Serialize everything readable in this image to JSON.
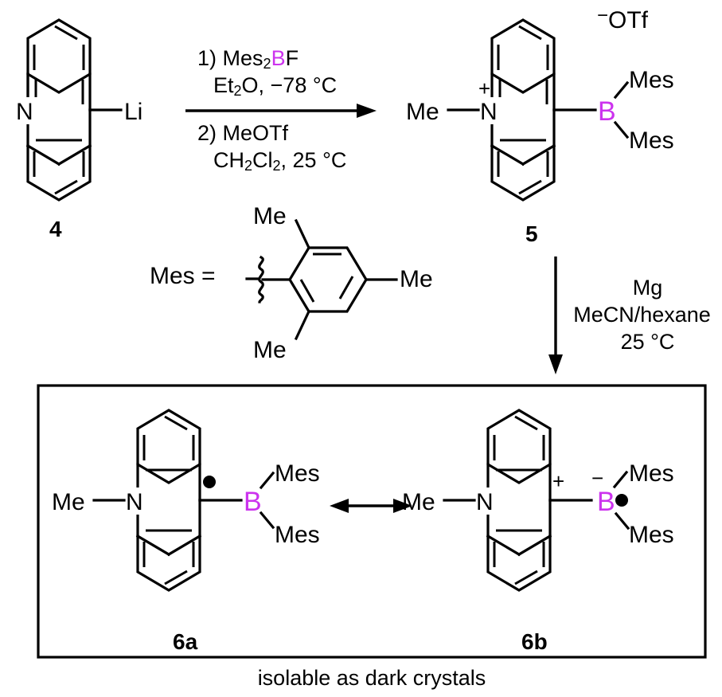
{
  "scheme": {
    "title": "Synthesis of boron-containing acridine radical",
    "background": "#ffffff",
    "boron_color": "#cc33ee",
    "bond_color": "#000000"
  },
  "reactant": {
    "label": "4",
    "core": "acridine",
    "nitrogen": "N",
    "substituent": "Li"
  },
  "arrow1": {
    "direction": "right",
    "steps": [
      {
        "num": "1)",
        "reagent_pre": "Mes",
        "reagent_sub": "2",
        "reagent_b": "B",
        "reagent_post": "F"
      },
      {
        "solvent_pre": "Et",
        "solvent_sub": "2",
        "solvent_post": "O, −78 °C"
      },
      {
        "num": "2)",
        "reagent": "MeOTf"
      },
      {
        "solvent_pre": "CH",
        "solvent_sub": "2",
        "solvent_mid": "Cl",
        "solvent_sub2": "2",
        "solvent_post": ", 25 °C"
      }
    ]
  },
  "product5": {
    "label": "5",
    "counterion_charge": "−",
    "counterion": "OTf",
    "n_substituent": "Me",
    "n_atom": "N",
    "n_charge": "+",
    "boron": "B",
    "mes_top": "Mes",
    "mes_bottom": "Mes"
  },
  "mes_legend": {
    "name": "Mes",
    "equals": "=",
    "me_top": "Me",
    "me_right": "Me",
    "me_bottom": "Me"
  },
  "arrow2": {
    "direction": "down",
    "lines": [
      "Mg",
      "MeCN/hexane",
      "25 °C"
    ]
  },
  "resonance": {
    "arrow": "double-headed",
    "caption": "isolable as dark crystals"
  },
  "product6a": {
    "label": "6a",
    "n_substituent": "Me",
    "n_atom": "N",
    "c9_marker": "radical-dot",
    "boron": "B",
    "mes_top": "Mes",
    "mes_bottom": "Mes"
  },
  "product6b": {
    "label": "6b",
    "n_substituent": "Me",
    "n_atom": "N",
    "c9_charge": "+",
    "boron": "B",
    "boron_charge": "−",
    "boron_marker": "radical-dot",
    "mes_top": "Mes",
    "mes_bottom": "Mes"
  }
}
